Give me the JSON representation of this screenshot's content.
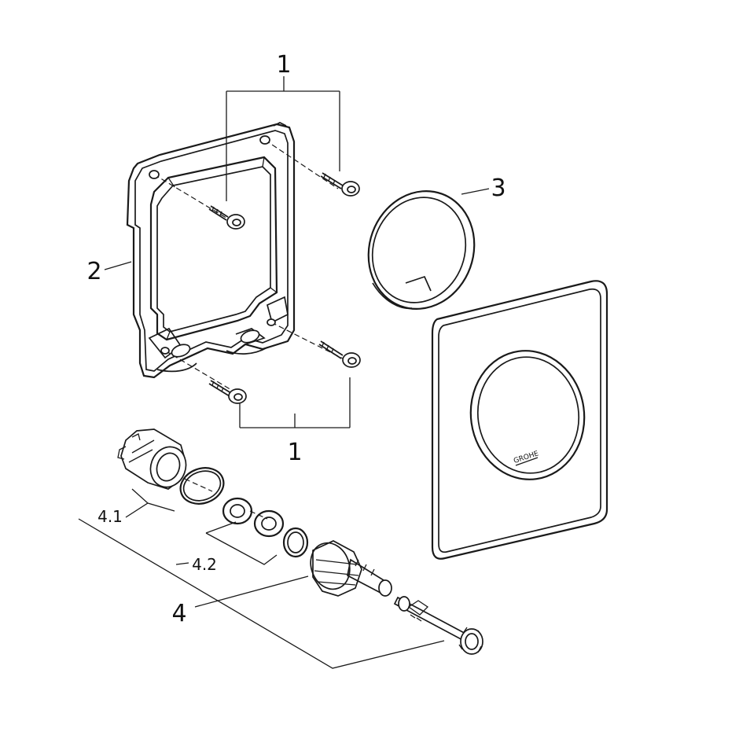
{
  "callouts": {
    "screws_top": "1",
    "screws_bottom": "1",
    "frame": "2",
    "ring": "3",
    "sub_4_1": "4.1",
    "sub_4_2": "4.2",
    "valve": "4"
  },
  "plate_logo": "GROHE"
}
